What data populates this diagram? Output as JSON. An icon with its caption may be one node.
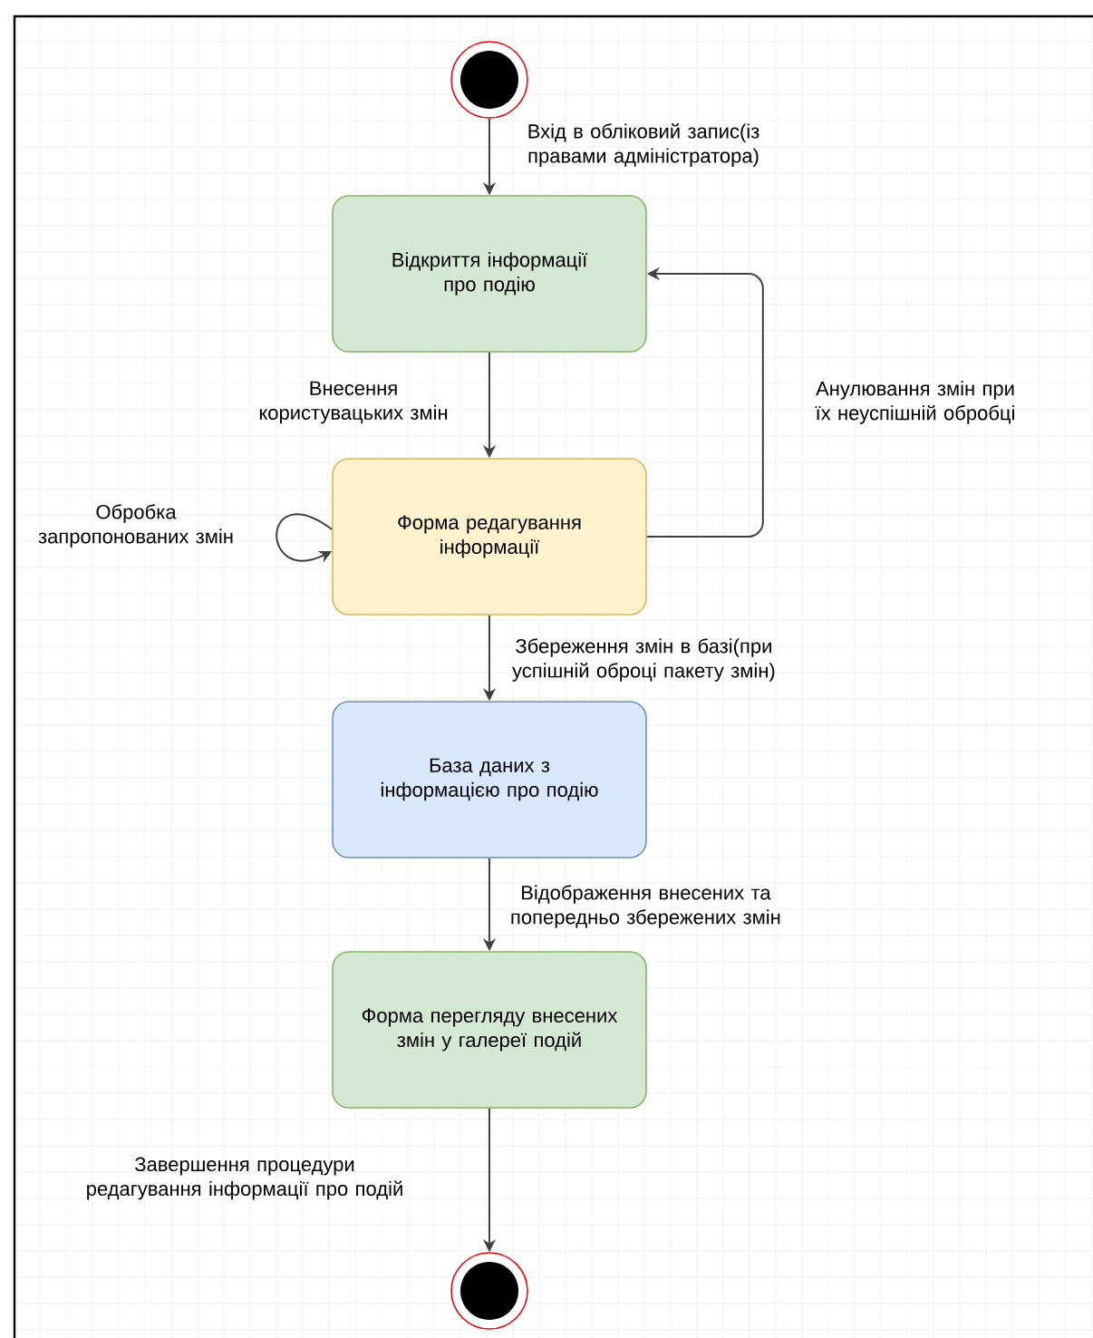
{
  "diagram": {
    "nodes": [
      {
        "text": [],
        "shape": "circle"
      },
      {
        "text": [
          "Відкриття інформації про подію"
        ]
      },
      {
        "text": [
          "Форма редагування інформації"
        ]
      },
      {
        "text": [
          "База даних з інформацією про подію"
        ]
      },
      {
        "text": [
          "Форма перегляду внесених змін у галереї подій"
        ]
      },
      {
        "text": [],
        "shape": "circle"
      }
    ],
    "edges": [
      {
        "from": 0,
        "to": 1,
        "arrow": "to",
        "label": "Вхід в обліковий запис(із правами адміністратора)"
      },
      {
        "from": 1,
        "to": 2,
        "arrow": "to",
        "label": "Внесення користувацьких змін"
      },
      {
        "from": 2,
        "to": 2,
        "arrow": "to",
        "label": "Обробка запропонованих змін"
      },
      {
        "from": 2,
        "to": 1,
        "arrow": "to",
        "label": "Анулювання змін при їх неуспішній обробці"
      },
      {
        "from": 2,
        "to": 3,
        "arrow": "to",
        "label": "Збереження змін в базі(при успішній оброці пакету змін)"
      },
      {
        "from": 3,
        "to": 4,
        "arrow": "to",
        "label": "Відображення внесених та попередньо збережених змін"
      },
      {
        "from": 4,
        "to": 5,
        "arrow": "to",
        "label": "Завершення процедури редагування інформації про подій"
      }
    ]
  }
}
